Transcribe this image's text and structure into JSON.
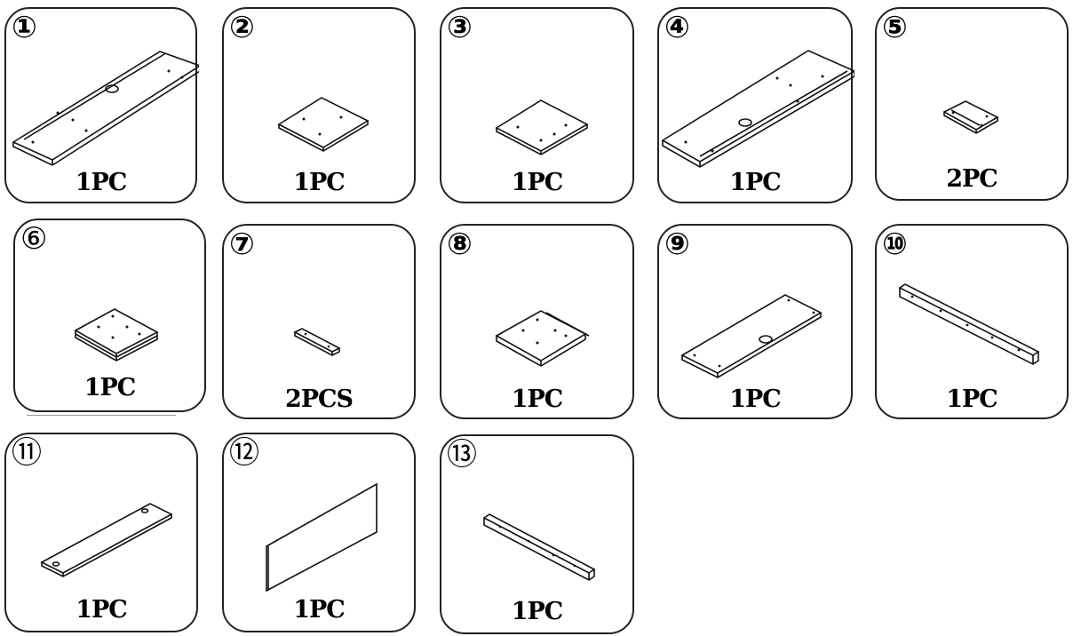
{
  "parts": [
    {
      "id": "1",
      "number": "①",
      "qty": "1PC",
      "style": "bold"
    },
    {
      "id": "2",
      "number": "②",
      "qty": "1PC",
      "style": "bold"
    },
    {
      "id": "3",
      "number": "③",
      "qty": "1PC",
      "style": "bold"
    },
    {
      "id": "4",
      "number": "④",
      "qty": "1PC",
      "style": "bold"
    },
    {
      "id": "5",
      "number": "⑤",
      "qty": "2PC",
      "style": "bold"
    },
    {
      "id": "6",
      "number": "⑥",
      "qty": "1PC",
      "style": "thin"
    },
    {
      "id": "7",
      "number": "⑦",
      "qty": "2PCS",
      "style": "bold"
    },
    {
      "id": "8",
      "number": "⑧",
      "qty": "1PC",
      "style": "bold"
    },
    {
      "id": "9",
      "number": "⑨",
      "qty": "1PC",
      "style": "bold"
    },
    {
      "id": "10",
      "number": "⑩",
      "qty": "1PC",
      "style": "bold"
    },
    {
      "id": "11",
      "number": "⑪",
      "qty": "1PC",
      "style": "thin"
    },
    {
      "id": "12",
      "number": "⑫",
      "qty": "1PC",
      "style": "thin"
    },
    {
      "id": "13",
      "number": "⑬",
      "qty": "1PC",
      "style": "thin"
    }
  ]
}
